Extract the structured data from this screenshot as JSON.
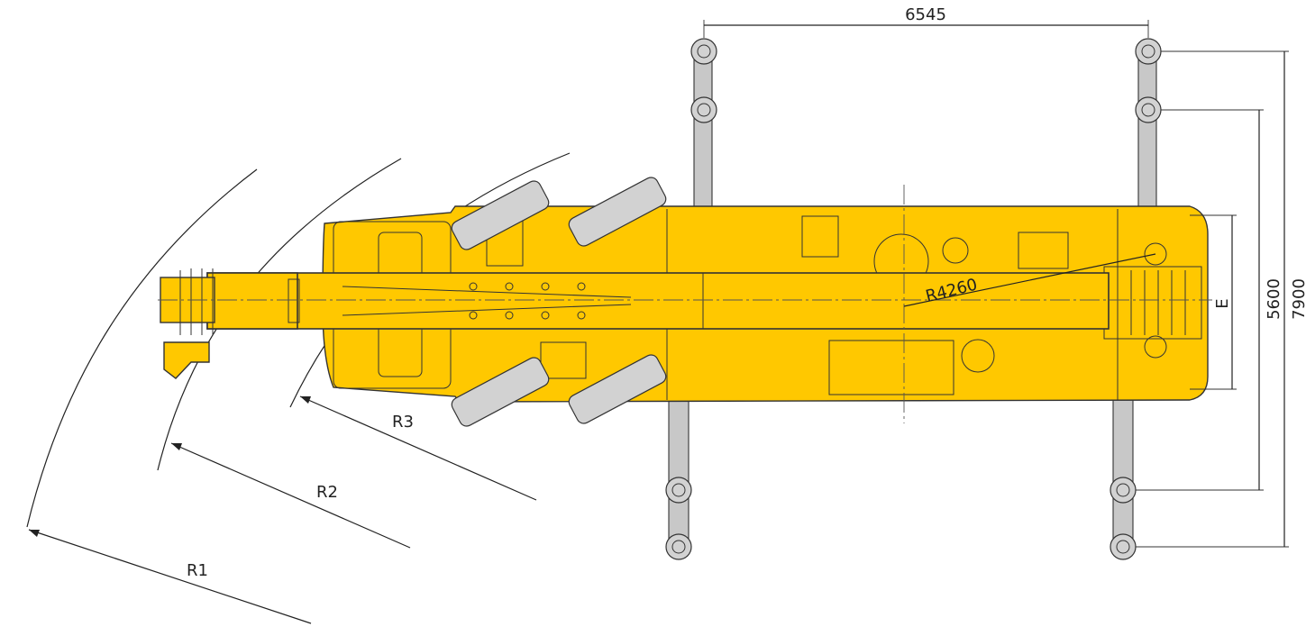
{
  "dimensions": {
    "outrigger_span_length": "6545",
    "outrigger_width_full": "7900",
    "outrigger_width_mid": "5600",
    "track_width": "E",
    "tail_swing_radius": "R4260",
    "radius_1": "R1",
    "radius_2": "R2",
    "radius_3": "R3"
  },
  "colors": {
    "body": "#FFC800",
    "outline": "#333333",
    "pad": "#d2d2d2"
  }
}
